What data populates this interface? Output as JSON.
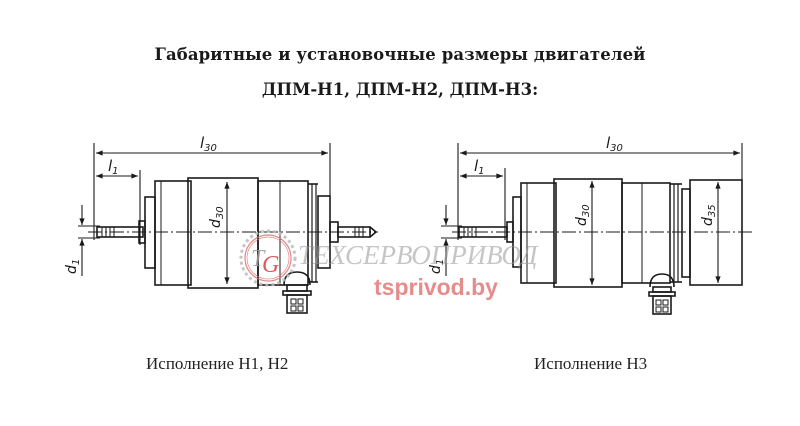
{
  "header": {
    "title_line1": "Габаритные и установочные размеры двигателей",
    "title_line2": "ДПМ-Н1, ДПМ-Н2, ДПМ-Н3:"
  },
  "diagrams": [
    {
      "id": "h1-h2",
      "caption": "Исполнение Н1, Н2",
      "labels": {
        "overall_length": "l30",
        "shaft_length": "l1",
        "body_diameter": "d30",
        "shaft_diameter": "d1"
      }
    },
    {
      "id": "h3",
      "caption": "Исполнение Н3",
      "labels": {
        "overall_length": "l30",
        "shaft_length": "l1",
        "body_diameter": "d30",
        "rear_diameter": "d35",
        "shaft_diameter": "d1"
      }
    }
  ],
  "watermark": {
    "logo_letters": "TG",
    "company": "ТЕХСЕРВОПРИВОД",
    "url": "tsprivod.by",
    "colors": {
      "logo": "#d44040",
      "company": "#9a9a9a",
      "url": "#e07878"
    }
  },
  "colors": {
    "line": "#1a1a1a",
    "background": "#ffffff"
  }
}
